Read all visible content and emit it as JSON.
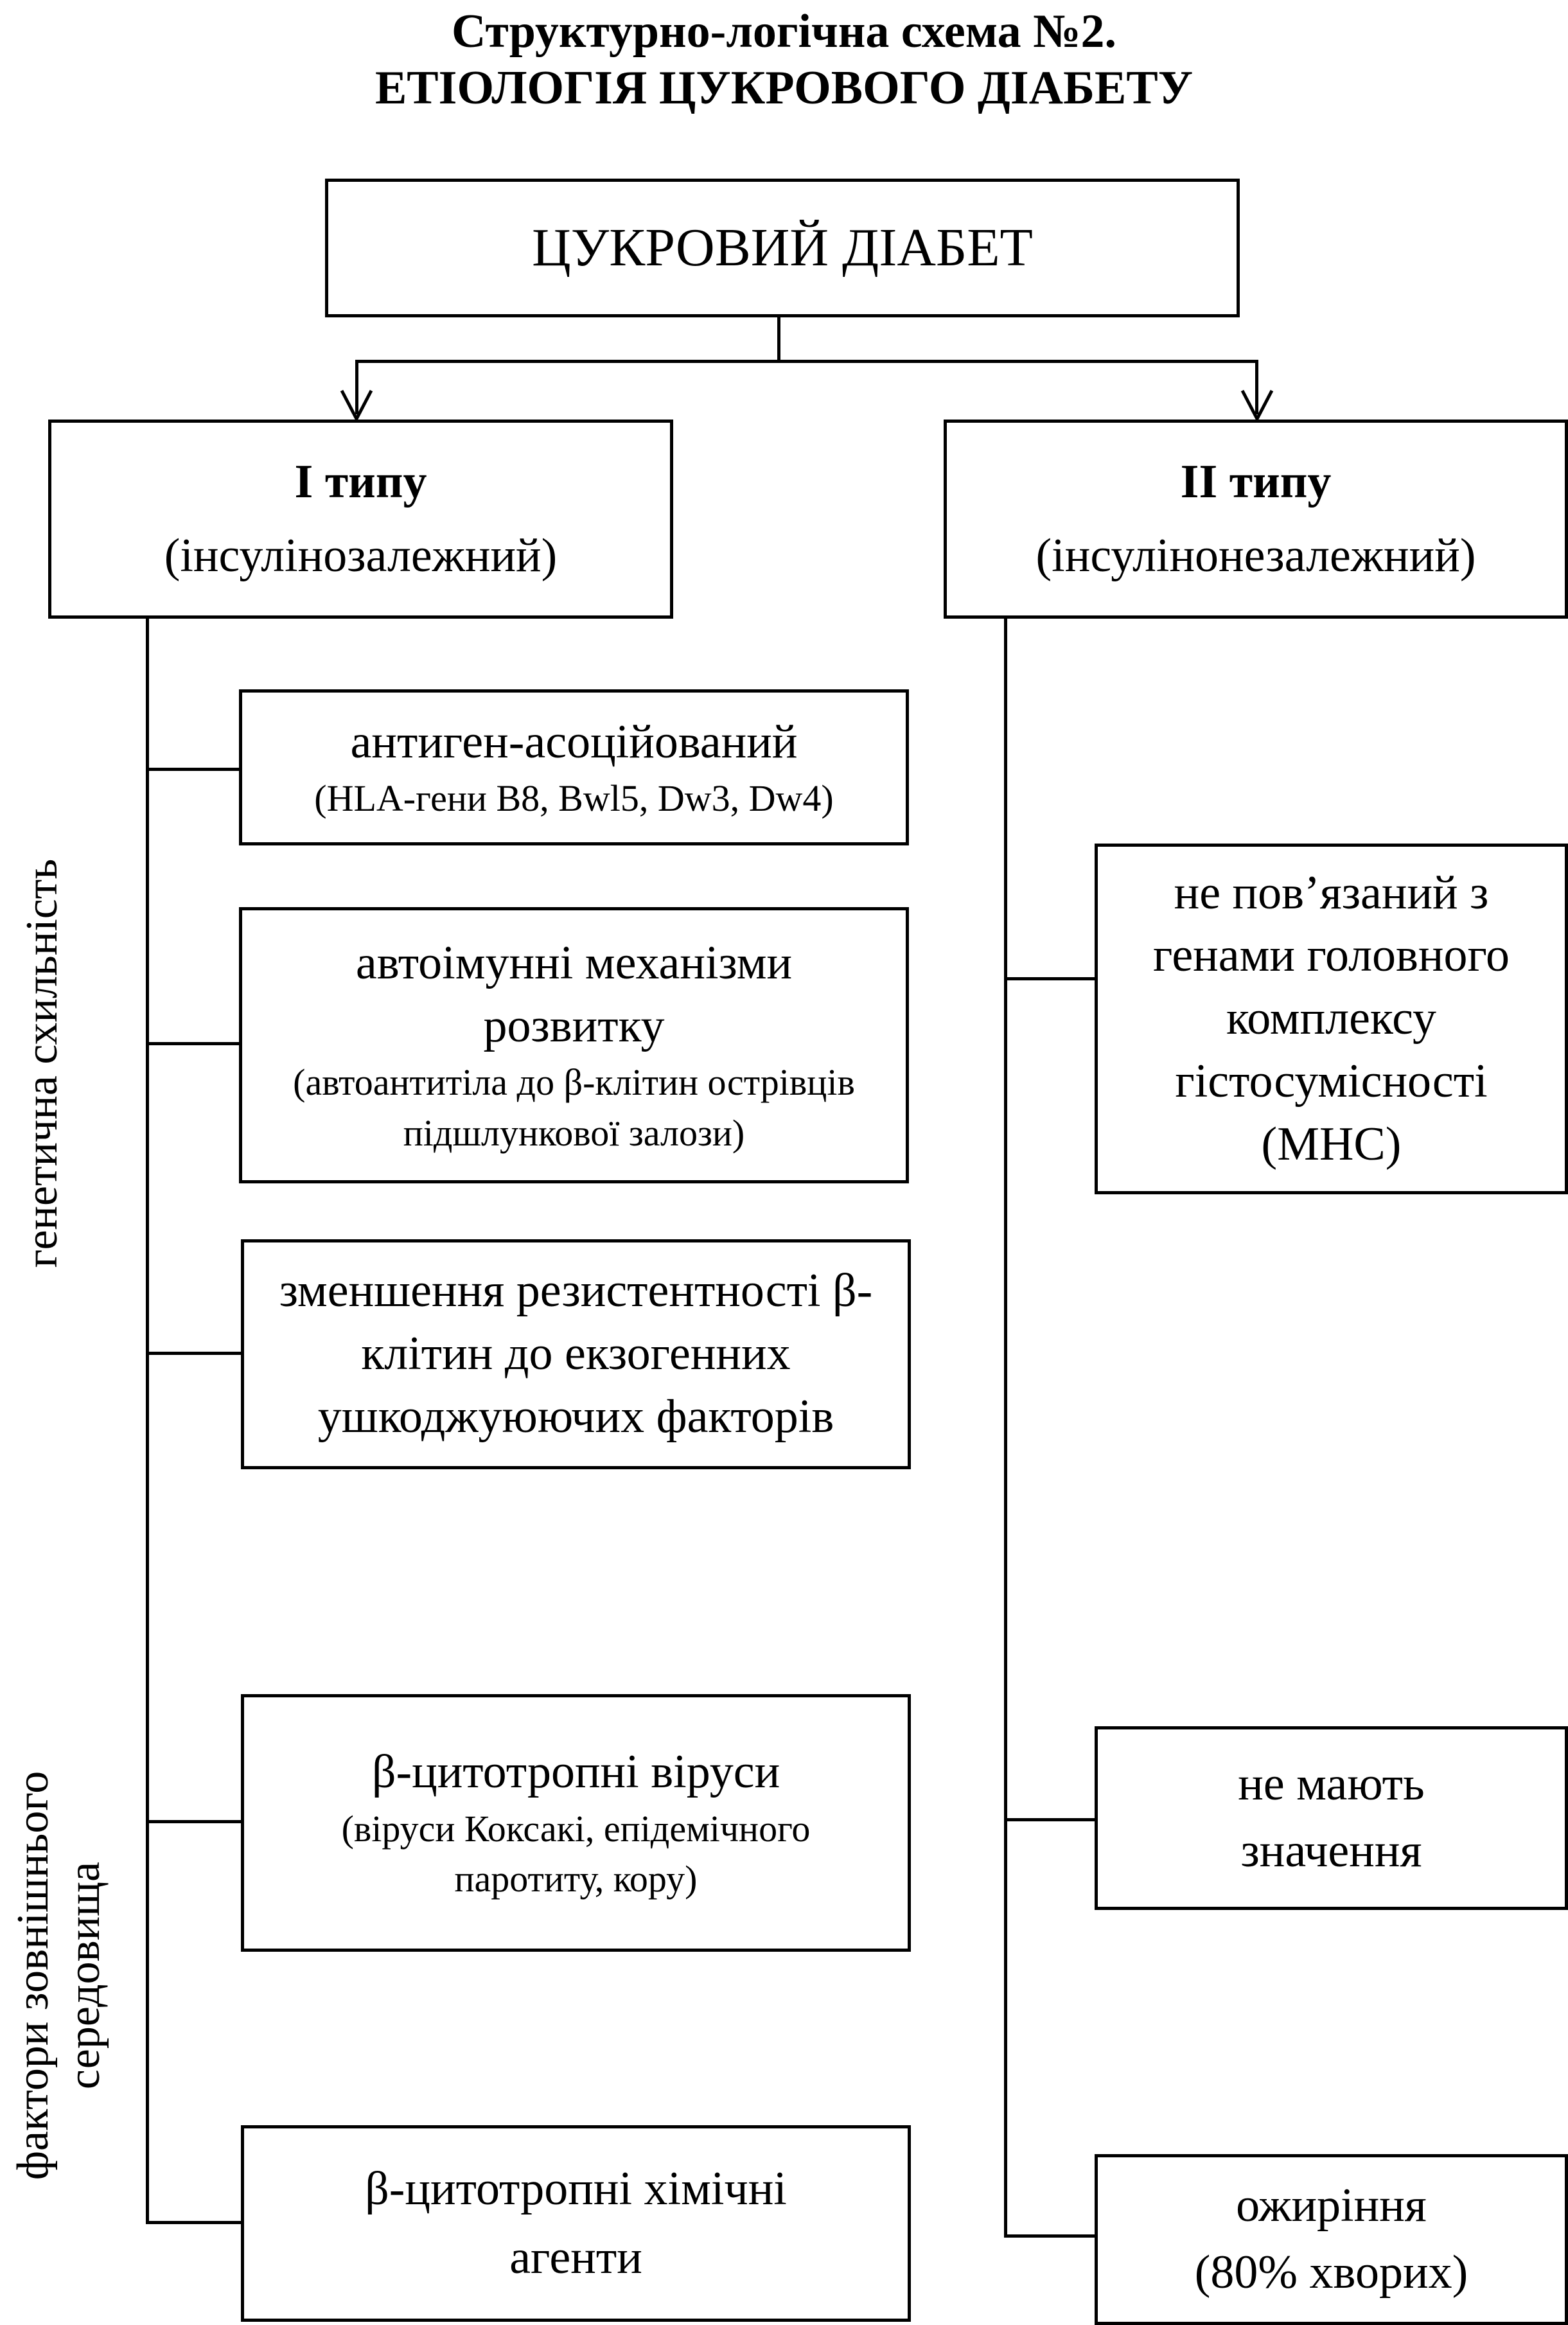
{
  "header": {
    "subtitle": "Структурно-логічна схема №2.",
    "title": "ЕТІОЛОГІЯ ЦУКРОВОГО ДІАБЕТУ"
  },
  "root": {
    "label": "ЦУКРОВИЙ ДІАБЕТ"
  },
  "type1": {
    "title": "І типу",
    "subtitle": "(інсулінозалежний)",
    "items": [
      {
        "main": "антиген-асоційований",
        "note": "(HLA-гени B8, Bwl5, Dw3, Dw4)"
      },
      {
        "main": "автоімунні механізми розвитку",
        "note": "(автоантитіла до β-клітин острівців підшлункової залози)"
      },
      {
        "main": "зменшення резистентності β-клітин до екзогенних ушкоджуюючих факторів"
      },
      {
        "main": "β-цитотропні віруси",
        "note": "(віруси Коксакі, епідемічного паротиту, кору)"
      },
      {
        "main": "β-цитотропні хімічні агенти"
      }
    ]
  },
  "type2": {
    "title": "ІІ типу",
    "subtitle": "(інсулінонезалежний)",
    "items": [
      {
        "main": "не пов’язаний з генами головного комплексу гістосумісності (МНС)"
      },
      {
        "main": "не мають значення"
      },
      {
        "main": "ожиріння (80% хворих)"
      }
    ]
  },
  "side_labels": {
    "genetic": "генетична схильність",
    "environment_line1": "фактори зовнішнього",
    "environment_line2": "середовища"
  }
}
